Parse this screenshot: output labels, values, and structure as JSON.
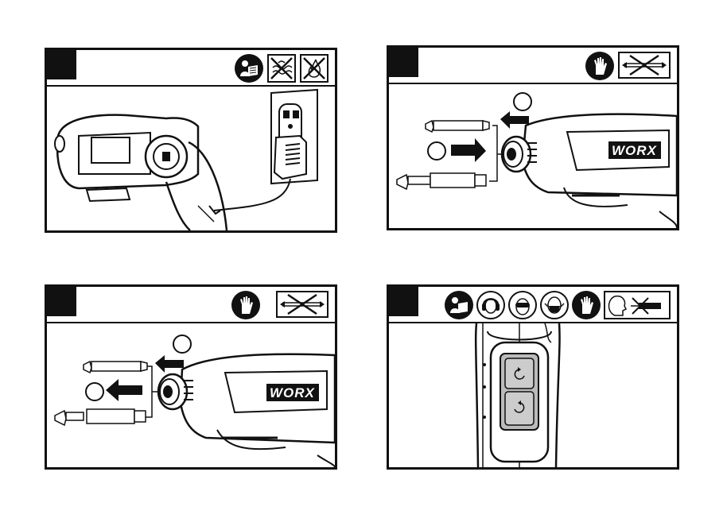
{
  "panels": [
    {
      "id": "panel-1",
      "step": "",
      "icons": [
        "read-manual-icon",
        "no-water-icon",
        "no-fire-icon"
      ]
    },
    {
      "id": "panel-2",
      "step": "",
      "icons": [
        "wear-gloves-icon",
        "no-double-bit-icon"
      ]
    },
    {
      "id": "panel-3",
      "step": "",
      "icons": [
        "wear-gloves-icon",
        "no-double-bit-icon"
      ]
    },
    {
      "id": "panel-4",
      "step": "",
      "icons": [
        "read-manual-icon",
        "wear-ear-protection-icon",
        "wear-eye-protection-icon",
        "wear-dust-mask-icon",
        "wear-gloves-icon",
        "keep-away-from-face-icon"
      ]
    }
  ],
  "brand": {
    "logo_text": "WORX"
  },
  "callouts": {
    "panel2_top": "",
    "panel2_bottom": "",
    "panel3_top": "",
    "panel3_bottom": ""
  }
}
